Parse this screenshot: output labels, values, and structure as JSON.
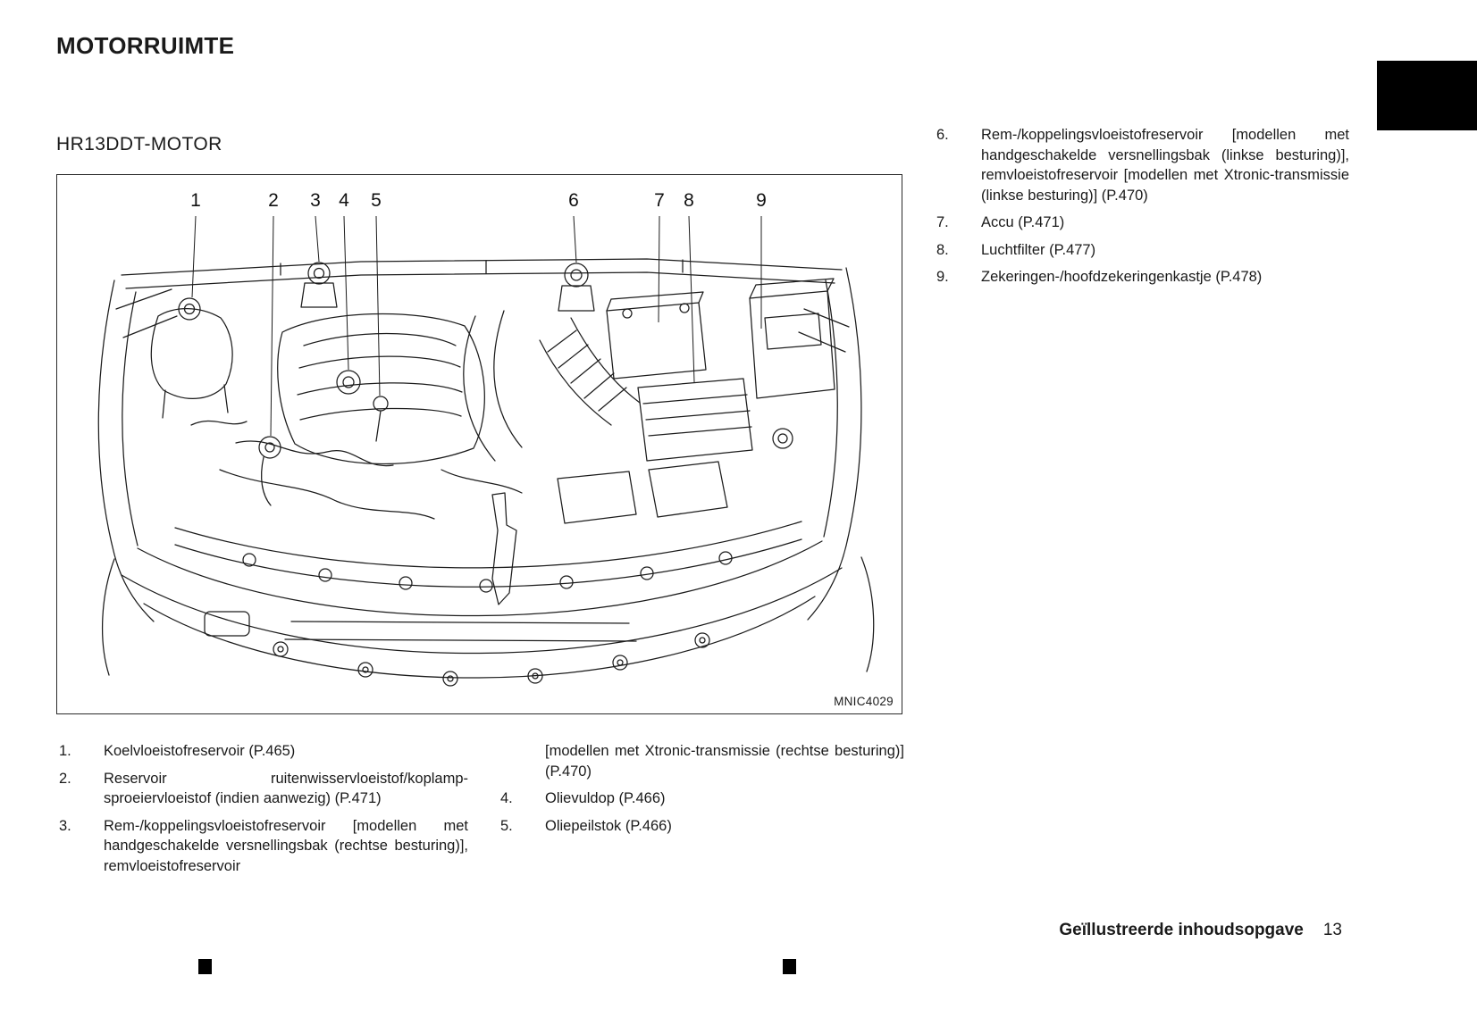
{
  "page": {
    "title": "MOTORRUIMTE",
    "section_heading": "HR13DDT-MOTOR",
    "footer": {
      "label": "Geïllustreerde inhoudsopgave",
      "page_number": "13"
    }
  },
  "figure": {
    "code": "MNIC4029",
    "callouts": [
      "1",
      "2",
      "3",
      "4",
      "5",
      "6",
      "7",
      "8",
      "9"
    ]
  },
  "legend_right": [
    {
      "num": "6.",
      "text": "Rem-/koppelingsvloeistofreservoir [modellen met handgeschakelde versnellingsbak (linkse besturing)], remvloeistofreservoir [modellen met Xtronic-transmissie (linkse besturing)] (P.470)"
    },
    {
      "num": "7.",
      "text": "Accu (P.471)"
    },
    {
      "num": "8.",
      "text": "Luchtfilter (P.477)"
    },
    {
      "num": "9.",
      "text": "Zekeringen-/hoofdzekeringenkastje (P.478)"
    }
  ],
  "legend_bottom_left": [
    {
      "num": "1.",
      "text": "Koelvloeistofreservoir (P.465)"
    },
    {
      "num": "2.",
      "text": "Reservoir ruitenwisservloeistof/koplamp-sproeiervloeistof (indien aanwezig) (P.471)"
    },
    {
      "num": "3.",
      "text": "Rem-/koppelingsvloeistofreservoir [modellen met handgeschakelde versnellingsbak (rechtse besturing)], remvloeistofreservoir"
    }
  ],
  "legend_bottom_right": [
    {
      "num": "",
      "text": "[modellen met Xtronic-transmissie (rechtse besturing)] (P.470)"
    },
    {
      "num": "4.",
      "text": "Olievuldop (P.466)"
    },
    {
      "num": "5.",
      "text": "Oliepeilstok (P.466)"
    }
  ]
}
